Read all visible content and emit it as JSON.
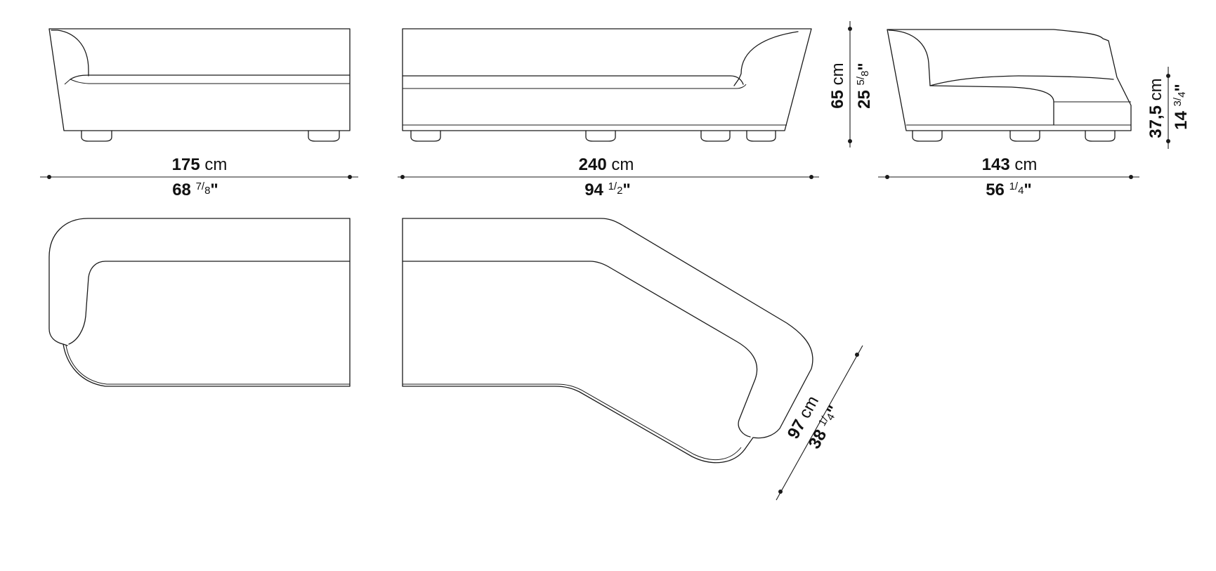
{
  "dimensions": {
    "width_left": {
      "metric_value": "175",
      "metric_unit": "cm",
      "imperial_whole": "68",
      "imperial_num": "7",
      "imperial_den": "8",
      "imperial_unit": "\""
    },
    "width_center": {
      "metric_value": "240",
      "metric_unit": "cm",
      "imperial_whole": "94",
      "imperial_num": "1",
      "imperial_den": "2",
      "imperial_unit": "\""
    },
    "width_right": {
      "metric_value": "143",
      "metric_unit": "cm",
      "imperial_whole": "56",
      "imperial_num": "1",
      "imperial_den": "4",
      "imperial_unit": "\""
    },
    "height_total": {
      "metric_value": "65",
      "metric_unit": "cm",
      "imperial_whole": "25",
      "imperial_num": "5",
      "imperial_den": "8",
      "imperial_unit": "\""
    },
    "height_seat": {
      "metric_value": "37,5",
      "metric_unit": "cm",
      "imperial_whole": "14",
      "imperial_num": "3",
      "imperial_den": "4",
      "imperial_unit": "\""
    },
    "depth_diagonal": {
      "metric_value": "97",
      "metric_unit": "cm",
      "imperial_whole": "38",
      "imperial_num": "1",
      "imperial_den": "4",
      "imperial_unit": "\""
    }
  },
  "fraction_slash": "/"
}
